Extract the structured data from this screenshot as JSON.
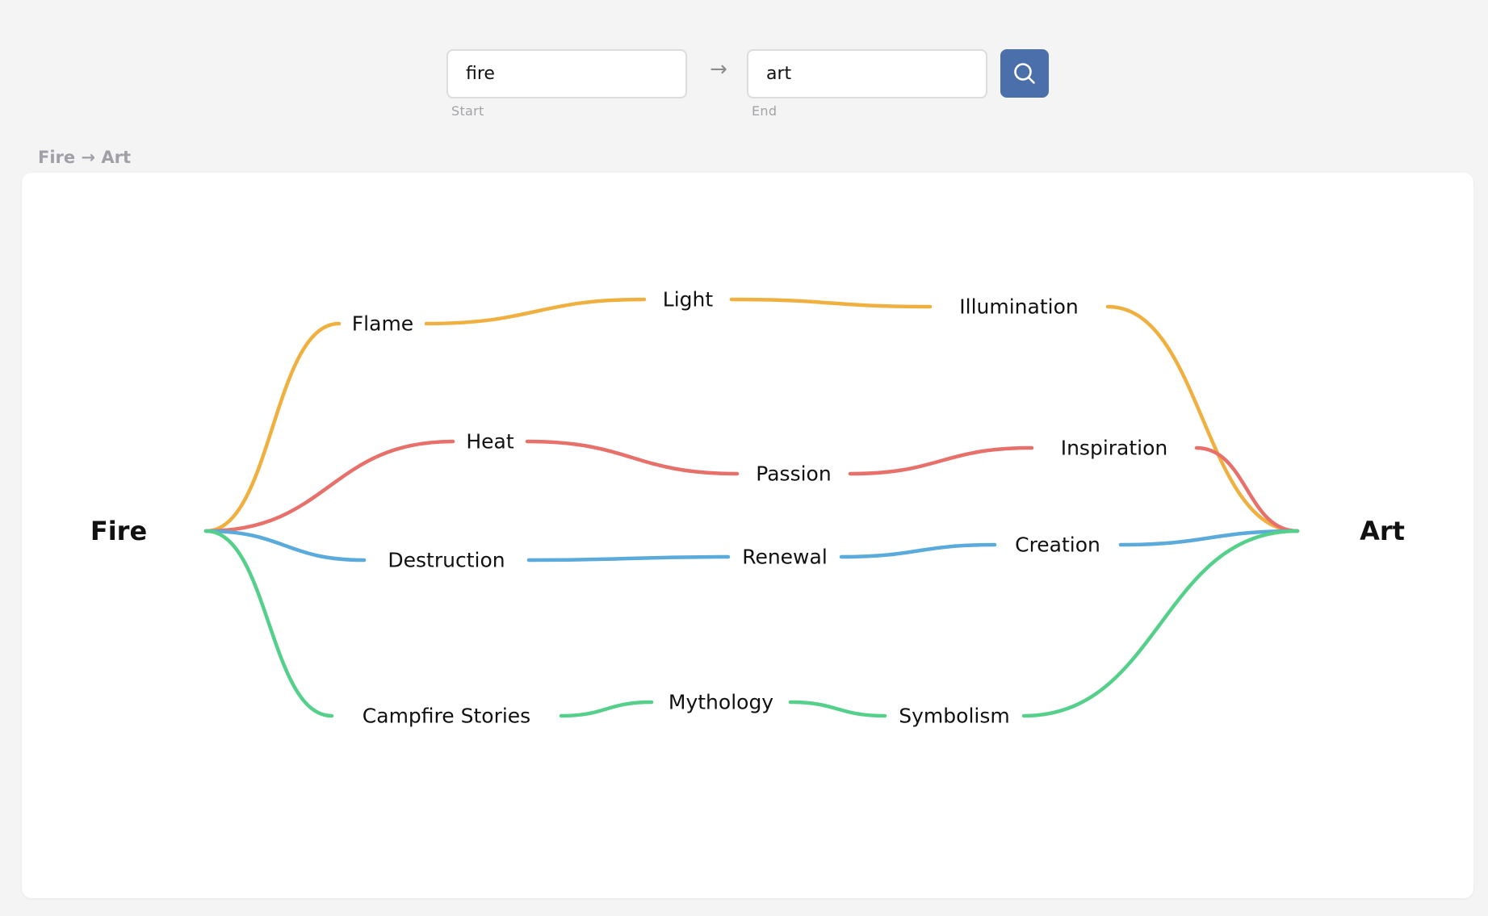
{
  "search": {
    "start_value": "fire",
    "end_value": "art",
    "start_caption": "Start",
    "end_caption": "End",
    "arrow": "→",
    "button_icon": "search-icon"
  },
  "result": {
    "title": "Fire → Art"
  },
  "colors": {
    "background": "#f4f4f4",
    "button": "#4a6faa",
    "path_orange": "#f0b040",
    "path_red": "#e8706a",
    "path_blue": "#5aaadc",
    "path_green": "#55d08a"
  },
  "graph": {
    "start_node": "Fire",
    "end_node": "Art",
    "paths": [
      {
        "color": "#f0b040",
        "nodes": [
          "Flame",
          "Light",
          "Illumination"
        ]
      },
      {
        "color": "#e8706a",
        "nodes": [
          "Heat",
          "Passion",
          "Inspiration"
        ]
      },
      {
        "color": "#5aaadc",
        "nodes": [
          "Destruction",
          "Renewal",
          "Creation"
        ]
      },
      {
        "color": "#55d08a",
        "nodes": [
          "Campfire Stories",
          "Mythology",
          "Symbolism"
        ]
      }
    ]
  }
}
